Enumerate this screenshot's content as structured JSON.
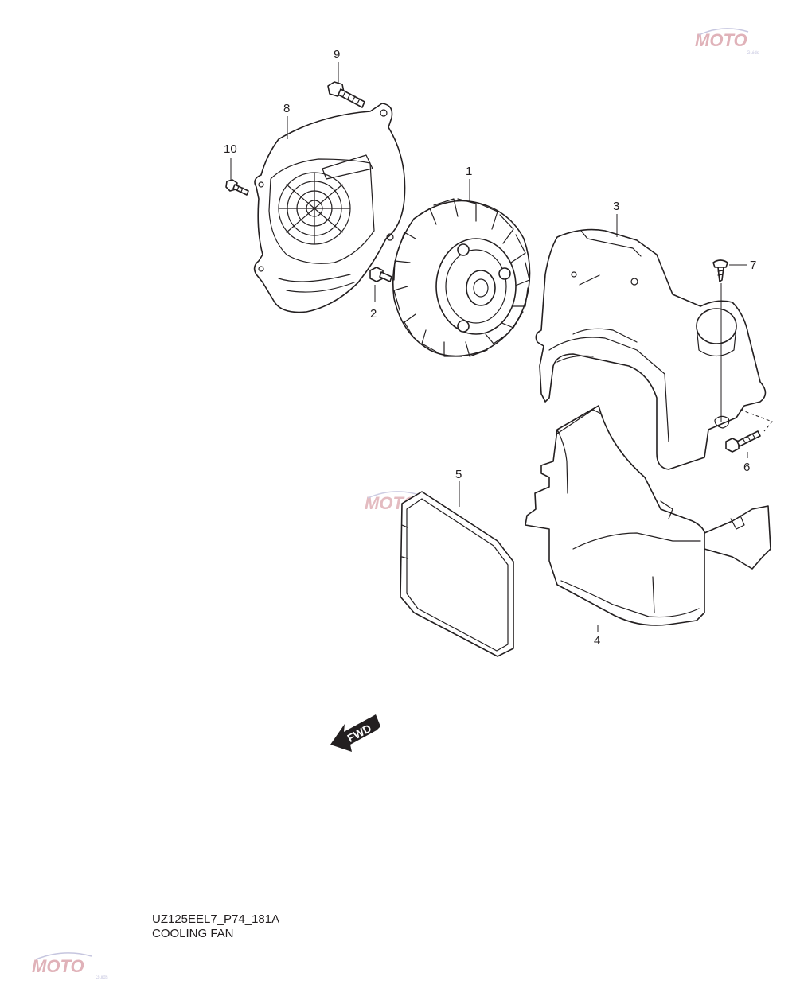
{
  "callouts": {
    "p1": "1",
    "p2": "2",
    "p3": "3",
    "p4": "4",
    "p5": "5",
    "p6": "6",
    "p7": "7",
    "p8": "8",
    "p9": "9",
    "p10": "10"
  },
  "fwd_label": "FWD",
  "caption": {
    "code": "UZ125EEL7_P74_181A",
    "title": "COOLING FAN"
  },
  "watermark": {
    "text": "MOTO",
    "subtext": "Guids",
    "color_primary": "#d9a0a8",
    "color_secondary": "#b8b8d8"
  },
  "colors": {
    "ink": "#231f20",
    "background": "#ffffff"
  }
}
